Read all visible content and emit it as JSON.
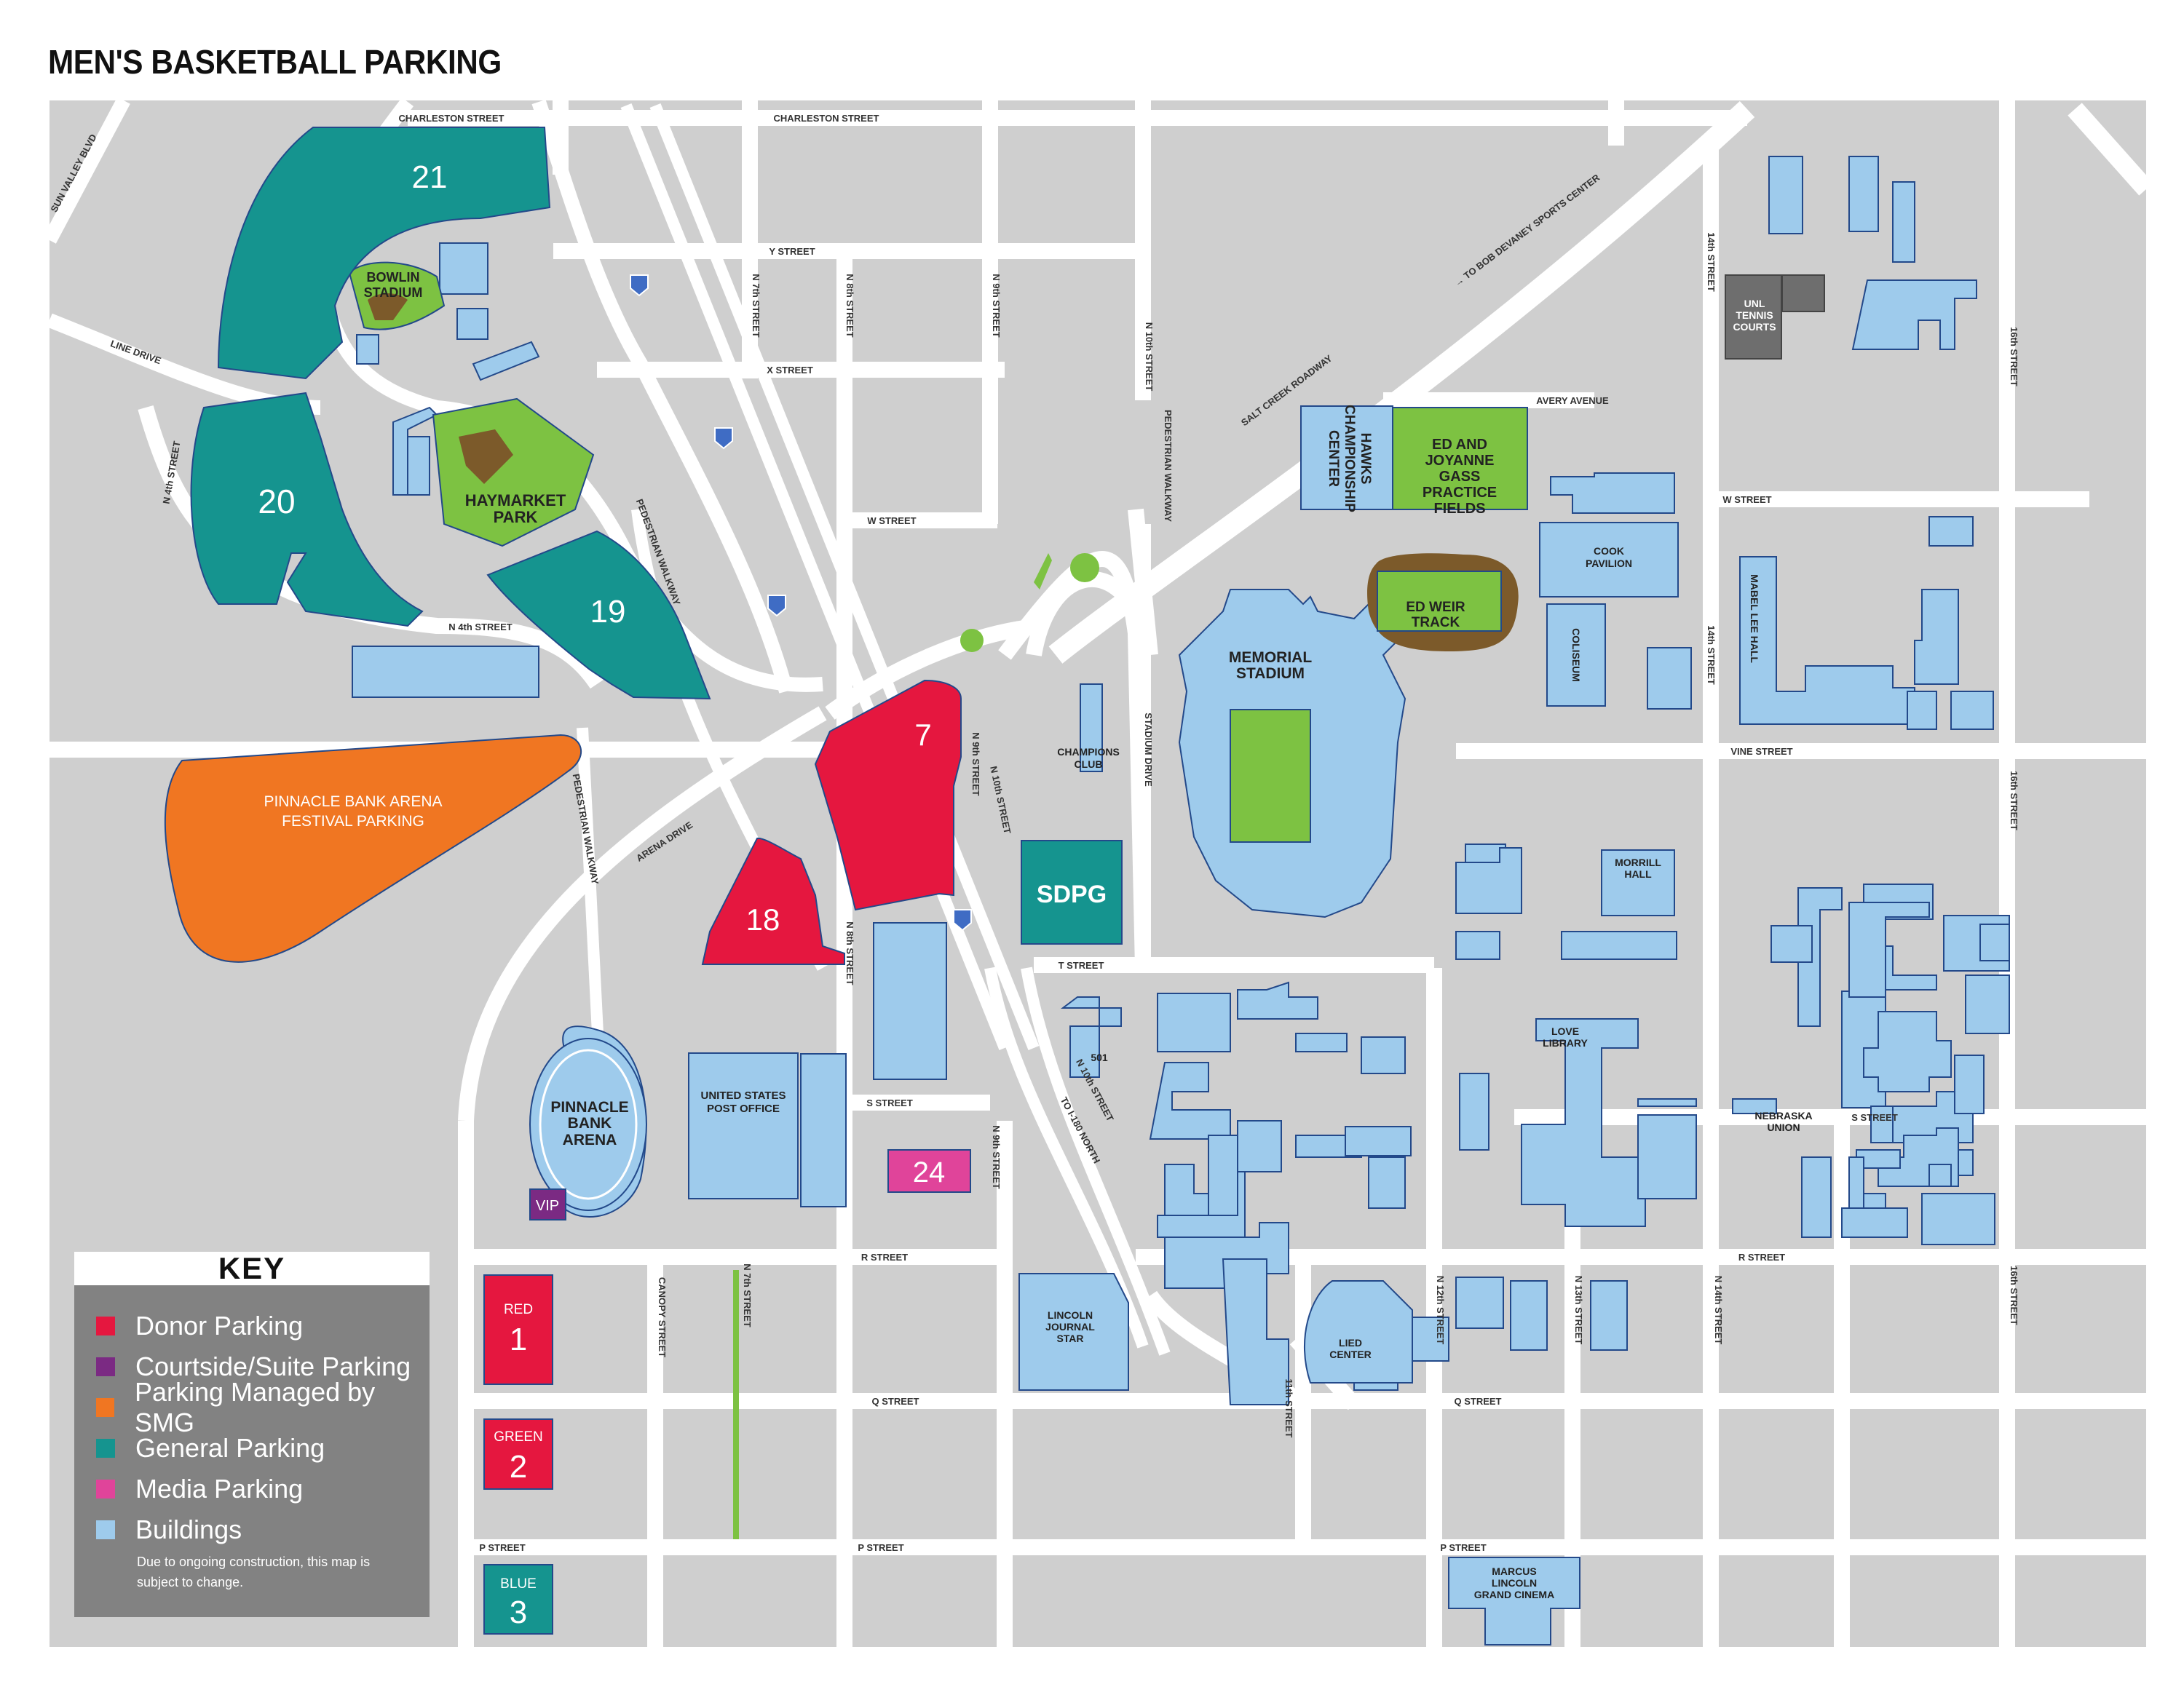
{
  "title": "MEN'S BASKETBALL PARKING",
  "colors": {
    "background_gray": "#cfcfcf",
    "road": "#ffffff",
    "donor": "#e5173f",
    "courtside": "#7b2a83",
    "smg": "#f07622",
    "general": "#15948f",
    "media": "#e0449a",
    "building": "#9ecbec",
    "field": "#7dc242",
    "track": "#7c5a2a",
    "tennis": "#6e6e6e"
  },
  "lots": {
    "l21": "21",
    "l20": "20",
    "l19": "19",
    "l7": "7",
    "l18": "18",
    "sdpg": "SDPG",
    "l24": "24",
    "vip": "VIP",
    "pba_festival": "PINNACLE BANK ARENA FESTIVAL PARKING",
    "red_word": "RED",
    "red_num": "1",
    "green_word": "GREEN",
    "green_num": "2",
    "blue_word": "BLUE",
    "blue_num": "3"
  },
  "places": {
    "bowlin": "BOWLIN STADIUM",
    "haymarket": "HAYMARKET PARK",
    "pinnacle": "PINNACLE BANK ARENA",
    "post_office": "UNITED STATES POST OFFICE",
    "memorial": "MEMORIAL STADIUM",
    "champions": "CHAMPIONS CLUB",
    "hawks": "HAWKS CHAMPIONSHIP CENTER",
    "gass": "ED AND JOYANNE GASS PRACTICE FIELDS",
    "edweir": "ED WEIR TRACK",
    "cook": "COOK PAVILION",
    "coliseum": "COLISEUM",
    "mabel": "MABEL LEE HALL",
    "tennis": "UNL TENNIS COURTS",
    "morrill": "MORRILL HALL",
    "love": "LOVE LIBRARY",
    "union": "NEBRASKA UNION",
    "journal": "LINCOLN JOURNAL STAR",
    "lied": "LIED CENTER",
    "marcus": "MARCUS LINCOLN GRAND CINEMA",
    "b501": "501"
  },
  "streets": {
    "charleston1": "CHARLESTON STREET",
    "charleston2": "CHARLESTON STREET",
    "sunvalley": "SUN VALLEY BLVD",
    "line_drive": "LINE DRIVE",
    "n4th_a": "N 4th STREET",
    "n4th_b": "N 4th STREET",
    "y": "Y STREET",
    "x": "X STREET",
    "w": "W STREET",
    "n7th": "N 7th STREET",
    "n8th": "N 8th STREET",
    "n9th_top": "N 9th STREET",
    "n10th_top": "N 10th STREET",
    "ped1": "PEDESTRIAN WALKWAY",
    "ped2": "PEDESTRIAN WALKWAY",
    "ped3": "PEDESTRIAN WALKWAY",
    "salt_creek": "SALT CREEK ROADWAY",
    "devaney": "→ TO BOB DEVANEY SPORTS CENTER",
    "avery": "AVERY AVENUE",
    "w2": "W STREET",
    "vine": "VINE STREET",
    "arena_drive": "ARENA DRIVE",
    "n9th_mid": "N 9th STREET",
    "n10th_mid": "N 10th STREET",
    "stadium_drive": "STADIUM DRIVE",
    "t": "T STREET",
    "n8th_b": "N 8th STREET",
    "s1": "S STREET",
    "s2": "S STREET",
    "n9th_low": "N 9th STREET",
    "to_i180": "TO I-180 NORTH",
    "n10th_low": "N 10th STREET",
    "r1": "R STREET",
    "r2": "R STREET",
    "canopy": "CANOPY STREET",
    "n7th_b": "N 7th STREET",
    "q1": "Q STREET",
    "q2": "Q STREET",
    "p1": "P STREET",
    "p2": "P STREET",
    "p3": "P STREET",
    "n11th": "11th STREET",
    "n12th": "N 12th STREET",
    "n13th": "N 13th STREET",
    "n14th": "N 14th STREET",
    "s14th_a": "14th STREET",
    "s14th_b": "14th STREET",
    "s16th_a": "16th STREET",
    "s16th_b": "16th STREET",
    "s16th_c": "16th STREET"
  },
  "key": {
    "title": "KEY",
    "items": [
      {
        "label": "Donor Parking",
        "color": "#e5173f"
      },
      {
        "label": "Courtside/Suite Parking",
        "color": "#7b2a83"
      },
      {
        "label": "Parking Managed by SMG",
        "color": "#f07622"
      },
      {
        "label": "General Parking",
        "color": "#15948f"
      },
      {
        "label": "Media Parking",
        "color": "#e0449a"
      },
      {
        "label": "Buildings",
        "color": "#9ecbec"
      }
    ],
    "note": "Due to ongoing construction, this map is subject to change."
  }
}
